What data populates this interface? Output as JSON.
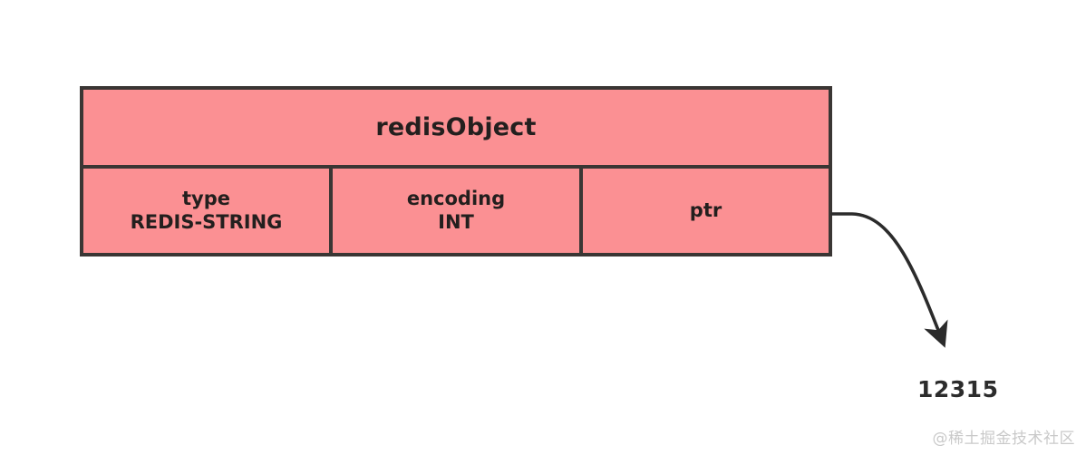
{
  "diagram": {
    "title": "redisObject",
    "struct": {
      "header_label": "redisObject",
      "fields": [
        {
          "name": "type",
          "value": "REDIS-STRING"
        },
        {
          "name": "encoding",
          "value": "INT"
        },
        {
          "name": "ptr",
          "value": ""
        }
      ]
    },
    "pointer": {
      "from_field": "ptr",
      "target_value": "12315",
      "arrow_style": "curved-solid-arrowhead"
    },
    "colors": {
      "box_fill": "#fb9093",
      "box_border": "#3a3634",
      "text": "#231f1e",
      "arrow": "#2b2b2b",
      "label": "#2c2c2c",
      "watermark": "#c9c9c9",
      "background": "#ffffff"
    }
  },
  "watermark": {
    "text": "@稀土掘金技术社区"
  }
}
